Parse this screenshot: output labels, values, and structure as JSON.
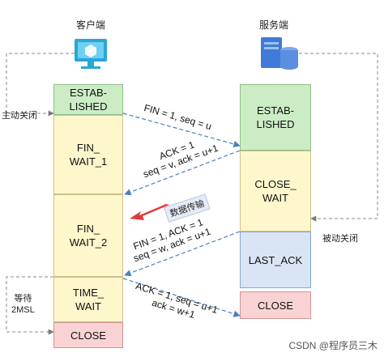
{
  "client": {
    "title": "客户端",
    "icon": "monitor-icon"
  },
  "server": {
    "title": "服务端",
    "icon": "server-icon"
  },
  "side_labels": {
    "active_close": "主动关闭",
    "passive_close": "被动关闭",
    "wait_2msl": "等待\n2MSL"
  },
  "client_states": [
    "ESTAB-\nLISHED",
    "FIN_\nWAIT_1",
    "FIN_\nWAIT_2",
    "TIME_\nWAIT",
    "CLOSE"
  ],
  "server_states": [
    "ESTAB-\nLISHED",
    "CLOSE_\nWAIT",
    "LAST_ACK",
    "CLOSE"
  ],
  "messages": {
    "fin1": "FIN = 1, seq = u",
    "ack1": "ACK = 1\nseq = v, ack = u+1",
    "data_transfer": "数据传输",
    "fin2": "FIN = 1, ACK = 1\nseq = w, ack = u+1",
    "ack2": "ACK = 1, seq = u+1\nack = w+1"
  },
  "colors": {
    "green": "#ccecc6",
    "yellow": "#fff7cc",
    "blue": "#d9e5f5",
    "pink": "#f9d3d3",
    "arrow_blue": "#4a7fc0",
    "data_arrow": "#e03a3a"
  },
  "watermark": "CSDN @程序员三木"
}
